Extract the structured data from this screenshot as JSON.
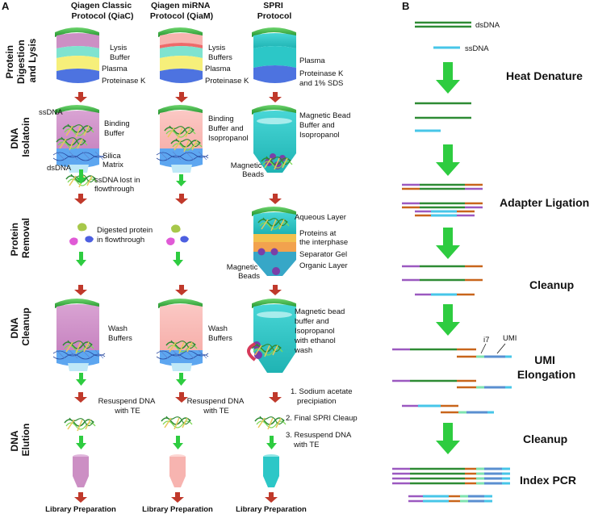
{
  "panel_a": {
    "letter": "A",
    "columns": {
      "qiac": [
        "Qiagen Classic",
        "Protocol (QiaC)"
      ],
      "qiam": [
        "Qiagen miRNA",
        "Protocol (QiaM)"
      ],
      "spri": [
        "SPRI",
        "Protocol"
      ]
    },
    "rows": {
      "digestion": [
        "Protein",
        "Digestion",
        "and Lysis"
      ],
      "isolation": [
        "DNA",
        "Isolatoin"
      ],
      "removal": [
        "Protein",
        "Removal"
      ],
      "cleanup": [
        "DNA",
        "Cleanup"
      ],
      "elution": [
        "DNA",
        "Elution"
      ]
    },
    "labels": {
      "qiac_lysis": "Lysis",
      "qiac_buffer": "Buffer",
      "qiac_plasma": "Plasma",
      "qiac_pk": "Proteinase K",
      "qiam_lysis": "Lysis",
      "qiam_buffers": "Buffers",
      "qiam_plasma": "Plasma",
      "qiam_pk": "Proteinase K",
      "spri_plasma": "Plasma",
      "spri_pk1": "Proteinase K",
      "spri_pk2": "and 1% SDS",
      "qiac_ssdna": "ssDNA",
      "qiac_binding1": "Binding",
      "qiac_binding2": "Buffer",
      "qiac_dsdna": "dsDNA",
      "qiac_silica1": "Silica",
      "qiac_silica2": "Matrix",
      "qiac_lost1": "ssDNA lost in",
      "qiac_lost2": "flowthrough",
      "qiam_binding1": "Binding",
      "qiam_binding2": "Buffer and",
      "qiam_binding3": "Isopropanol",
      "spri_mbb1": "Magnetic Bead",
      "spri_mbb2": "Buffer and",
      "spri_mbb3": "Isopropanol",
      "spri_beads1": "Magnetic",
      "spri_beads2": "Beads",
      "digested1": "Digested protein",
      "digested2": "in flowthrough",
      "aqueous": "Aqueous Layer",
      "proteins1": "Proteins at",
      "proteins2": "the interphase",
      "separator": "Separator Gel",
      "organic": "Organic Layer",
      "spri_beads3": "Magnetic",
      "spri_beads4": "Beads",
      "qiac_wash1": "Wash",
      "qiac_wash2": "Buffers",
      "qiam_wash1": "Wash",
      "qiam_wash2": "Buffers",
      "spri_wash1": "Magnetic bead",
      "spri_wash2": "buffer and",
      "spri_wash3": "Isopropanol",
      "spri_wash4": "with ethanol",
      "spri_wash5": "wash",
      "qiac_resus1": "Resuspend DNA",
      "qiac_resus2": "with TE",
      "qiam_resus1": "Resuspend DNA",
      "qiam_resus2": "with TE",
      "spri_step1a": "1. Sodium acetate",
      "spri_step1b": "precipiation",
      "spri_step2": "2. Final SPRI Cleaup",
      "spri_step3a": "3. Resuspend DNA",
      "spri_step3b": "with TE",
      "libprep1": "Library Preparation",
      "libprep2": "Library Preparation",
      "libprep3": "Library Preparation"
    }
  },
  "panel_b": {
    "letter": "B",
    "labels": {
      "dsdna": "dsDNA",
      "ssdna": "ssDNA",
      "i7": "i7",
      "umi": "UMI"
    },
    "steps": {
      "heat": "Heat Denature",
      "adapter": "Adapter Ligation",
      "cleanup1": "Cleanup",
      "umi": "UMI",
      "umi2": "Elongation",
      "cleanup2": "Cleanup",
      "index": "Index PCR"
    }
  },
  "colors": {
    "green_strand": "#2e8b34",
    "blue_strand": "#47c6e8",
    "purple_adapter": "#9b59c0",
    "orange_adapter": "#c8651b",
    "arrow_red": "#c0392b",
    "arrow_green": "#2ecc40",
    "qiac_fill": "#cc8fc4",
    "qiam_fill": "#f7b4b0",
    "spri_fill": "#2cc7c7"
  }
}
